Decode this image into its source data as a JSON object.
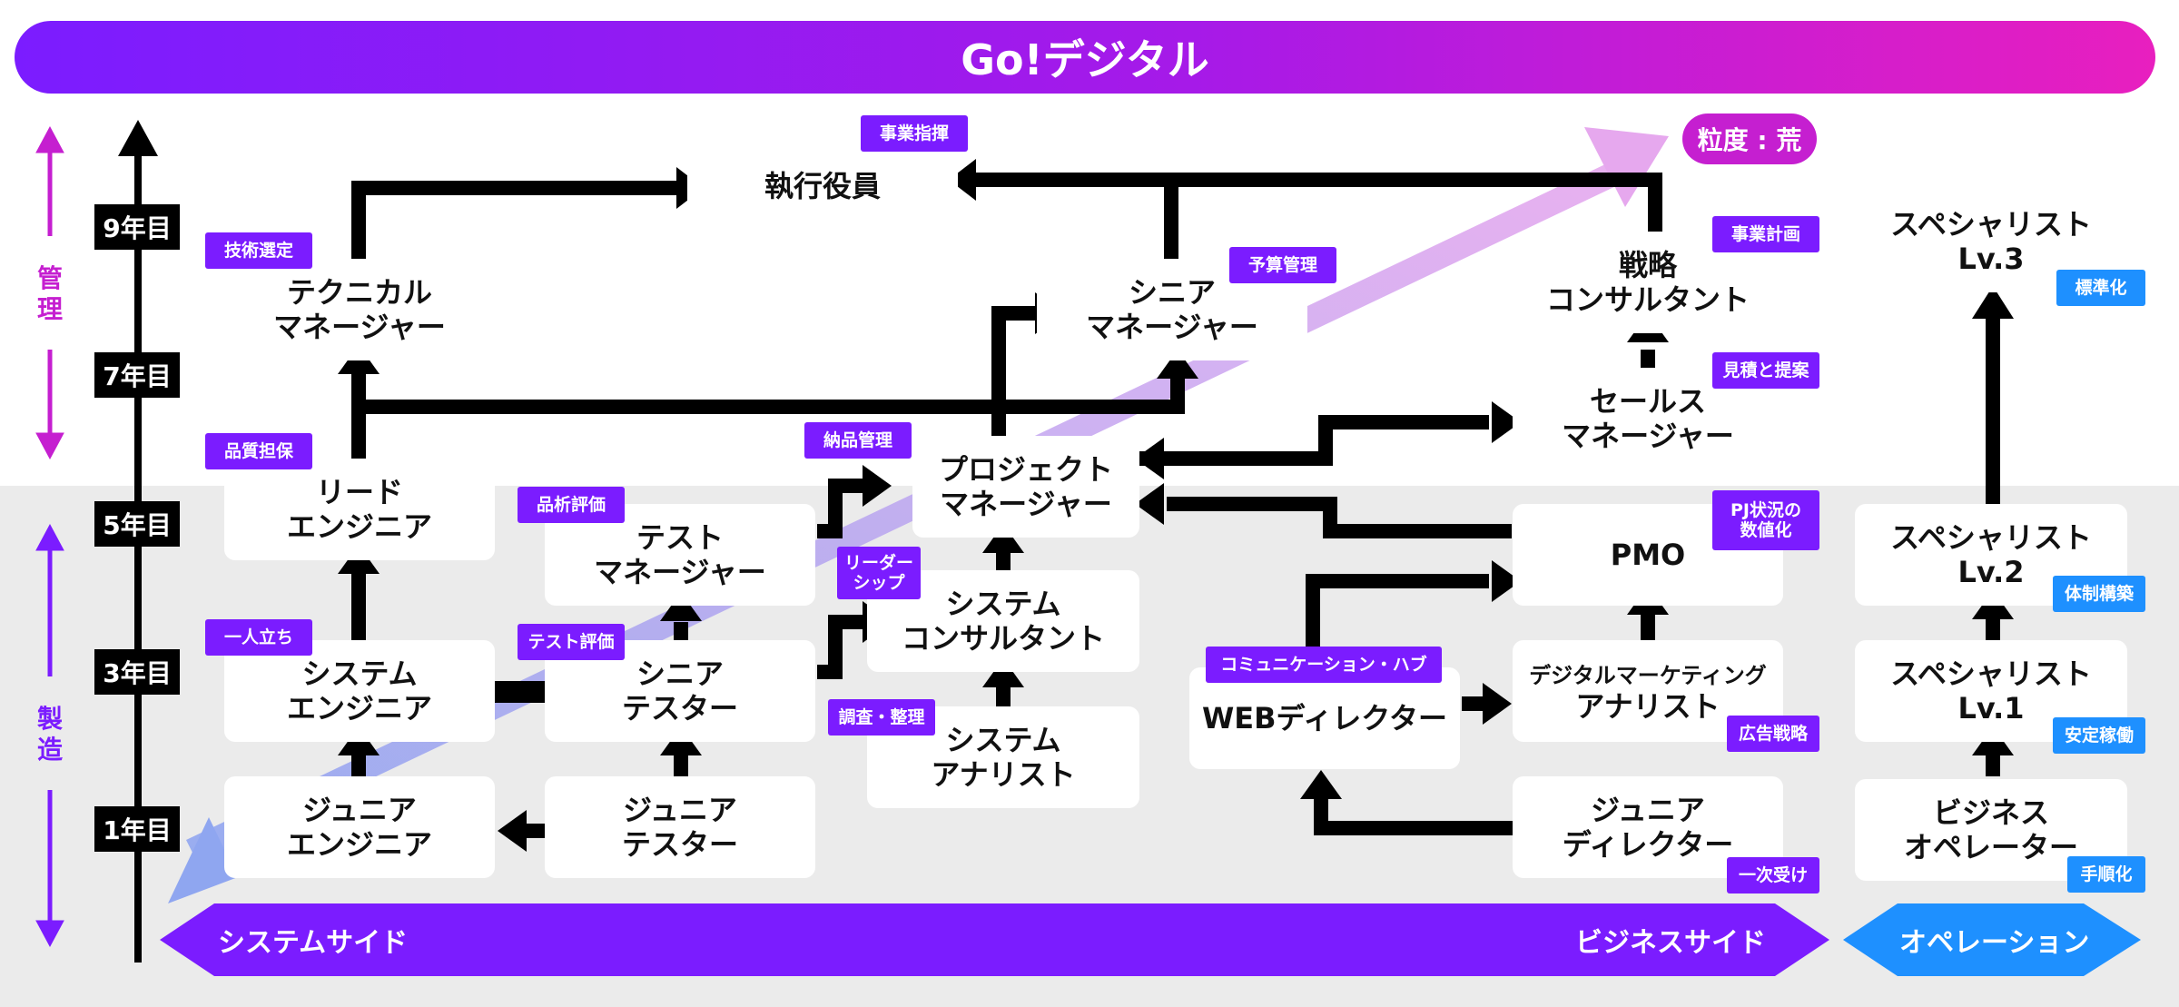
{
  "header": {
    "title": "Go!デジタル"
  },
  "granularity_label": "粒度 : 荒",
  "axis": {
    "years": [
      "9年目",
      "7年目",
      "5年目",
      "3年目",
      "1年目"
    ],
    "management_label": "管理",
    "manufacturing_label": "製造"
  },
  "roles": {
    "executive": "執行役員",
    "technical_manager": "テクニカル\nマネージャー",
    "senior_manager": "シニア\nマネージャー",
    "strategy_consultant": "戦略\nコンサルタント",
    "sales_manager": "セールス\nマネージャー",
    "lead_engineer": "リード\nエンジニア",
    "project_manager": "プロジェクト\nマネージャー",
    "pmo": "PMO",
    "test_manager": "テスト\nマネージャー",
    "system_consultant": "システム\nコンサルタント",
    "system_engineer": "システム\nエンジニア",
    "senior_tester": "シニア\nテスター",
    "system_analyst": "システム\nアナリスト",
    "web_director": "WEBディレクター",
    "digital_marketing_line1": "デジタルマーケティング",
    "digital_marketing_line2": "アナリスト",
    "junior_engineer": "ジュニア\nエンジニア",
    "junior_tester": "ジュニア\nテスター",
    "junior_director": "ジュニア\nディレクター",
    "specialist_3": "スペシャリスト\nLv.3",
    "specialist_2": "スペシャリスト\nLv.2",
    "specialist_1": "スペシャリスト\nLv.1",
    "business_operator": "ビジネス\nオペレーター"
  },
  "tags": {
    "business_command": "事業指揮",
    "tech_selection": "技術選定",
    "budget_management": "予算管理",
    "business_planning": "事業計画",
    "estimate_proposal": "見積と提案",
    "quality_assurance": "品質担保",
    "delivery_management": "納品管理",
    "pj_status": "PJ状況の\n数値化",
    "quality_analysis": "品析評価",
    "leadership": "リーダー\nシップ",
    "independent": "一人立ち",
    "test_evaluation": "テスト評価",
    "investigation": "調査・整理",
    "communication_hub": "コミュニケーション・ハブ",
    "ad_strategy": "広告戦略",
    "first_reception": "一次受け",
    "standardization": "標準化",
    "system_building": "体制構築",
    "stable_operation": "安定稼働",
    "procedure": "手順化"
  },
  "bands": {
    "system_side": "システムサイド",
    "business_side": "ビジネスサイド",
    "operation": "オペレーション"
  },
  "colors": {
    "purple": "#7b1cff",
    "magenta": "#e81fbf",
    "pill": "#c51fd0",
    "blue": "#1e90ff",
    "lower_background": "#ebebeb"
  }
}
